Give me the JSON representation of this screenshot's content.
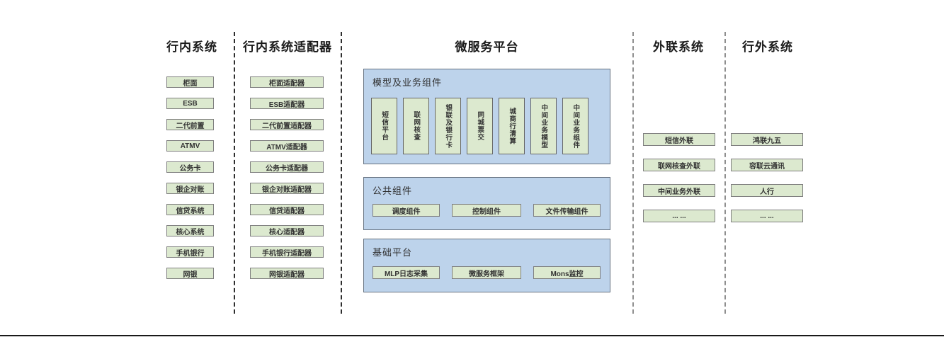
{
  "diagram": {
    "columns": {
      "internal": {
        "title": "行内系统",
        "items": [
          "柜面",
          "ESB",
          "二代前置",
          "ATMV",
          "公务卡",
          "银企对账",
          "信贷系统",
          "核心系统",
          "手机银行",
          "网银"
        ]
      },
      "adapters": {
        "title": "行内系统适配器",
        "items": [
          "柜面适配器",
          "ESB适配器",
          "二代前置适配器",
          "ATMV适配器",
          "公务卡适配器",
          "银企对账适配器",
          "信贷适配器",
          "核心适配器",
          "手机银行适配器",
          "网银适配器"
        ]
      },
      "platform": {
        "title": "微服务平台",
        "sections": [
          {
            "label": "模型及业务组件",
            "items": [
              "短信平台",
              "联网核查",
              "银联及银行卡",
              "同城票交",
              "城商行清算",
              "中间业务模型",
              "中间业务组件"
            ]
          },
          {
            "label": "公共组件",
            "items": [
              "调度组件",
              "控制组件",
              "文件传输组件"
            ]
          },
          {
            "label": "基础平台",
            "items": [
              "MLP日志采集",
              "微服务框架",
              "Mons监控"
            ]
          }
        ]
      },
      "outbound": {
        "title": "外联系统",
        "items": [
          "短信外联",
          "联网核查外联",
          "中间业务外联",
          "... ..."
        ]
      },
      "external": {
        "title": "行外系统",
        "items": [
          "鸿联九五",
          "容联云通讯",
          "人行",
          "... ..."
        ]
      }
    },
    "colors": {
      "box_green": "#dce9cf",
      "panel_blue": "#bdd3eb",
      "box_border": "#7f7f7f",
      "panel_border": "#667280",
      "separator_dark": "#2e2e2e",
      "separator_gray": "#8f8f8f"
    }
  }
}
